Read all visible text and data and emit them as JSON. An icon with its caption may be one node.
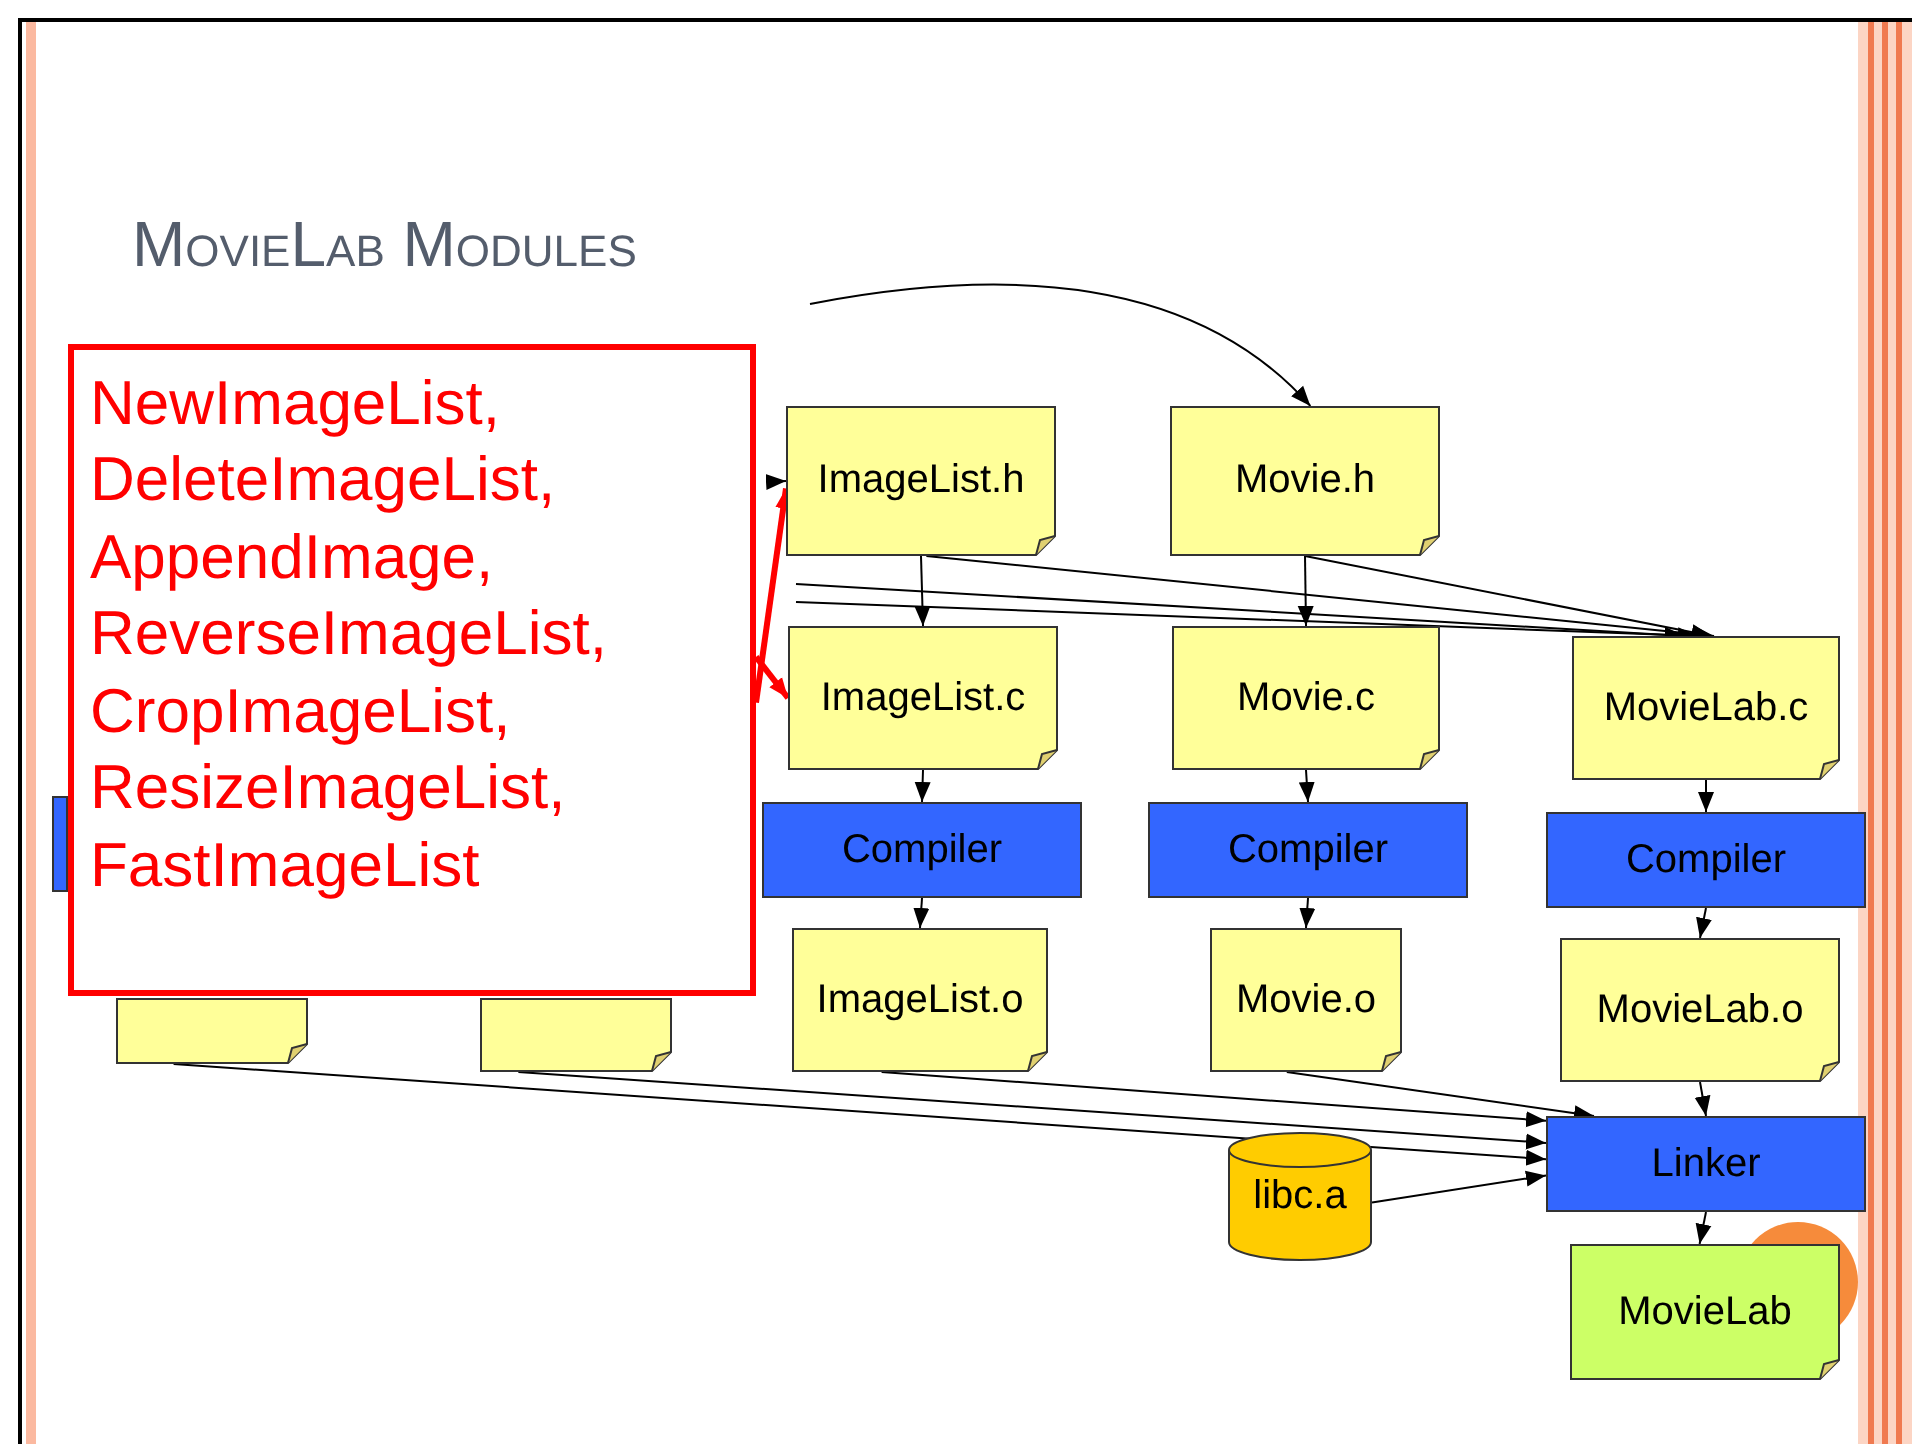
{
  "diagram": {
    "title": "MovieLab Modules",
    "nodes": [
      {
        "text": [
          "NewImageList, DeleteImageList, AppendImage, ReverseImageList, CropImageList, ResizeImageList, FastImageList"
        ]
      },
      {
        "text": [
          "ImageList.h"
        ]
      },
      {
        "text": [
          "Movie.h"
        ]
      },
      {
        "text": [
          "ImageList.c"
        ]
      },
      {
        "text": [
          "Movie.c"
        ]
      },
      {
        "text": [
          "MovieLab.c"
        ]
      },
      {
        "text": [],
        "shape": "box"
      },
      {
        "text": [
          "Compiler"
        ]
      },
      {
        "text": [
          "Compiler"
        ]
      },
      {
        "text": [
          "Compiler"
        ]
      },
      {
        "text": [],
        "shape": "box"
      },
      {
        "text": [],
        "shape": "box"
      },
      {
        "text": [
          "ImageList.o"
        ]
      },
      {
        "text": [
          "Movie.o"
        ]
      },
      {
        "text": [
          "MovieLab.o"
        ]
      },
      {
        "text": [
          "libc.a"
        ]
      },
      {
        "text": [
          "Linker"
        ]
      },
      {
        "text": [
          "MovieLab"
        ]
      }
    ],
    "edges": [
      {
        "from": 0,
        "to": 1,
        "arrow": "to",
        "style": "thick",
        "color": "#ff0000"
      },
      {
        "from": 0,
        "to": 3,
        "arrow": "to",
        "style": "thick",
        "color": "#ff0000"
      },
      {
        "from": null,
        "to": 1,
        "arrow": "to"
      },
      {
        "from": null,
        "to": 2,
        "arrow": "to"
      },
      {
        "from": 1,
        "to": 3,
        "arrow": "to"
      },
      {
        "from": 1,
        "to": 5,
        "arrow": "to"
      },
      {
        "from": 2,
        "to": 4,
        "arrow": "to"
      },
      {
        "from": 2,
        "to": 5,
        "arrow": "to"
      },
      {
        "from": null,
        "to": 5,
        "arrow": "to"
      },
      {
        "from": null,
        "to": 5,
        "arrow": "to"
      },
      {
        "from": 3,
        "to": 7,
        "arrow": "to"
      },
      {
        "from": 7,
        "to": 12,
        "arrow": "to"
      },
      {
        "from": 4,
        "to": 8,
        "arrow": "to"
      },
      {
        "from": 8,
        "to": 13,
        "arrow": "to"
      },
      {
        "from": 5,
        "to": 9,
        "arrow": "to"
      },
      {
        "from": 9,
        "to": 14,
        "arrow": "to"
      },
      {
        "from": 14,
        "to": 16,
        "arrow": "to"
      },
      {
        "from": 12,
        "to": 16,
        "arrow": "to"
      },
      {
        "from": 13,
        "to": 16,
        "arrow": "to"
      },
      {
        "from": 11,
        "to": 16,
        "arrow": "to"
      },
      {
        "from": 10,
        "to": 16,
        "arrow": "to"
      },
      {
        "from": 15,
        "to": 16,
        "arrow": "to"
      },
      {
        "from": 16,
        "to": 17,
        "arrow": "to"
      }
    ]
  }
}
